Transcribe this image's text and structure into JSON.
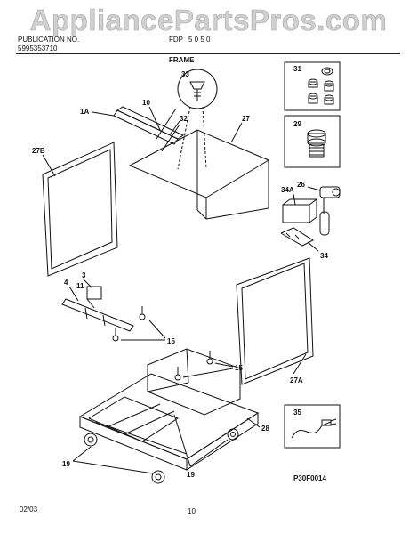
{
  "header": {
    "left_top": "PUBLICATION NO.",
    "left_bottom": "5995353710",
    "right_top": "FDP",
    "right_partial": "5 0 5 0",
    "section_title": "FRAME"
  },
  "watermark": {
    "text": "AppliancePartsPros.com"
  },
  "footer": {
    "date": "02/03",
    "page": "10",
    "figure_code": "P30F0014"
  },
  "callouts": {
    "c1A": "1A",
    "c3": "3",
    "c4": "4",
    "c10": "10",
    "c11": "11",
    "c15a": "15",
    "c15b": "15",
    "c19a": "19",
    "c19b": "19",
    "c26": "26",
    "c27": "27",
    "c27A": "27A",
    "c27B": "27B",
    "c28": "28",
    "c29": "29",
    "c31": "31",
    "c32": "32",
    "c33": "33",
    "c34": "34",
    "c34A": "34A",
    "c35": "35"
  },
  "colors": {
    "line": "#111111",
    "paper": "#ffffff",
    "watermark": "#aaaaaa"
  }
}
